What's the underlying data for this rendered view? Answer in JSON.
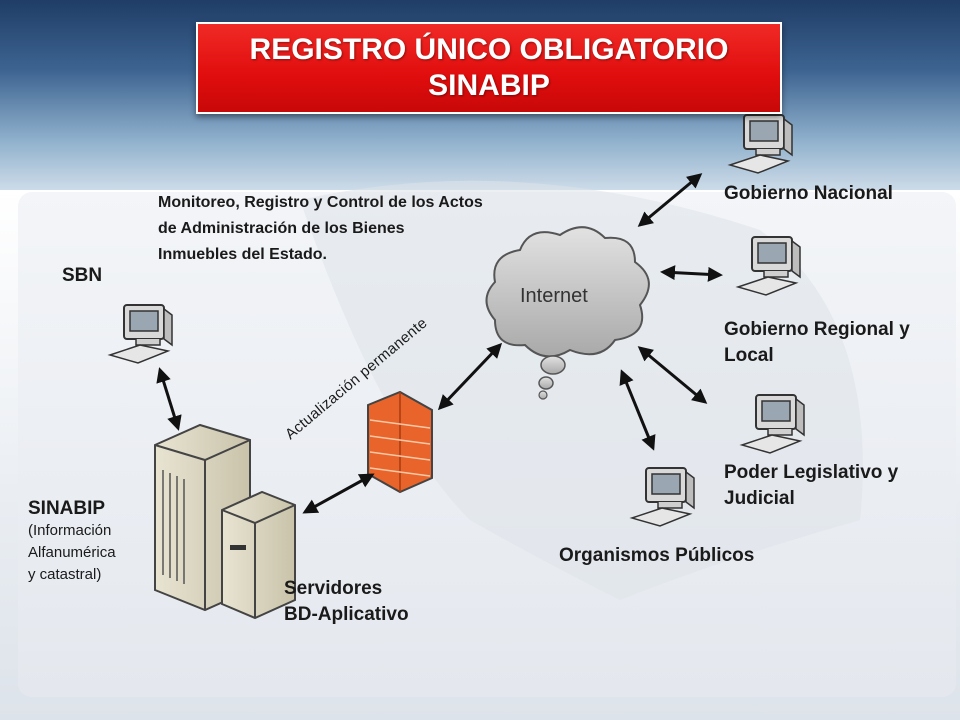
{
  "title": {
    "line1": "REGISTRO ÚNICO OBLIGATORIO",
    "line2": "SINABIP"
  },
  "description": "Monitoreo, Registro y Control de los Actos de Administración de los Bienes Inmuebles del Estado.",
  "nodes": {
    "sbn": "SBN",
    "internet": "Internet",
    "gobierno_nacional": "Gobierno Nacional",
    "gobierno_regional": "Gobierno Regional y Local",
    "poder_legislativo": "Poder Legislativo y Judicial",
    "organismos": "Organismos Públicos",
    "servidores_line1": "Servidores",
    "servidores_line2": "BD-Aplicativo",
    "sinabip": "SINABIP",
    "sinabip_detail_1": "(Información",
    "sinabip_detail_2": "Alfanumérica",
    "sinabip_detail_3": "y catastral)"
  },
  "link_label": "Actualización permanente",
  "colors": {
    "title_red": "#e41414",
    "firewall": "#e8642a",
    "cloud": "#c8c8c8"
  }
}
